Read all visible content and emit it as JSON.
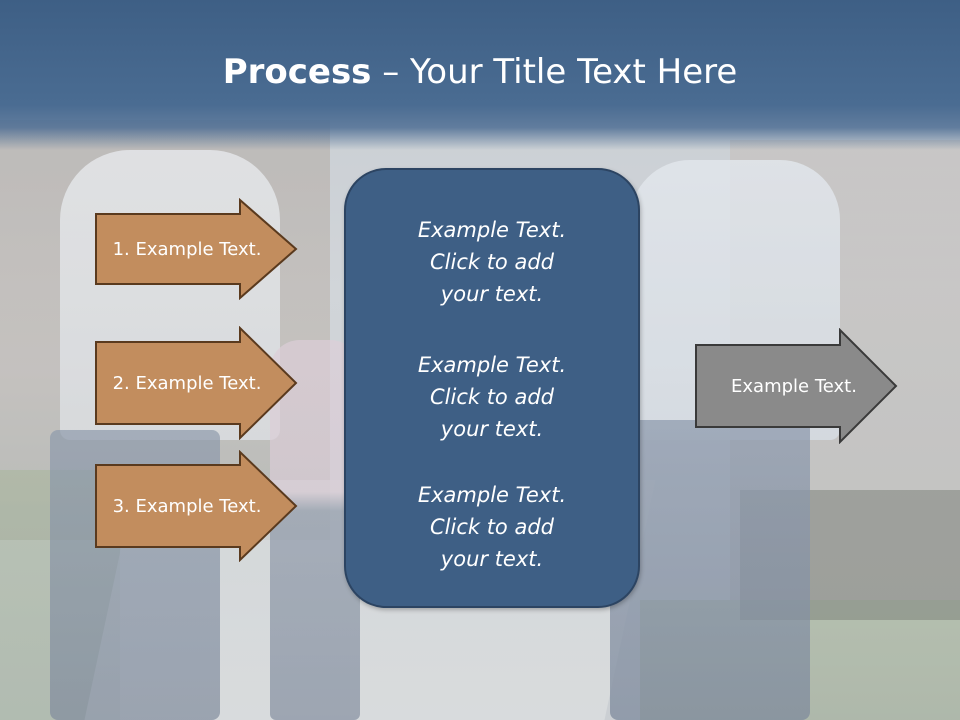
{
  "slide": {
    "title_bold": "Process",
    "title_rest": " – Your Title Text Here"
  },
  "left_arrows": [
    {
      "label": "1. Example Text."
    },
    {
      "label": "2. Example Text."
    },
    {
      "label": "3. Example Text."
    }
  ],
  "center": {
    "blocks": [
      {
        "lines": [
          "Example Text.",
          "Click  to add",
          "your text."
        ]
      },
      {
        "lines": [
          "Example Text.",
          "Click  to add",
          "your text."
        ]
      },
      {
        "lines": [
          "Example Text.",
          "Click  to add",
          "your text."
        ]
      }
    ]
  },
  "right_arrow": {
    "label": "Example Text."
  },
  "colors": {
    "title_band": "#3e5f85",
    "left_arrow_fill": "#c28d5e",
    "left_arrow_stroke": "#5a3a1e",
    "center_fill": "#3e5f85",
    "right_arrow_fill": "#8a8a8a",
    "right_arrow_stroke": "#3a3a3a"
  }
}
